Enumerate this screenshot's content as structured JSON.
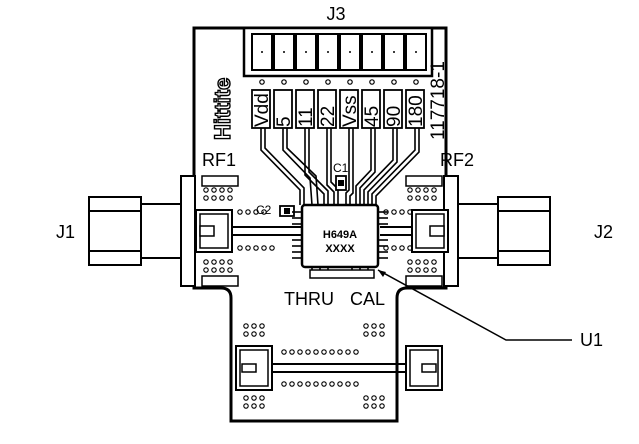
{
  "labels": {
    "j3": "J3",
    "j1": "J1",
    "j2": "J2",
    "rf1": "RF1",
    "rf2": "RF2",
    "u1": "U1",
    "c1": "C1",
    "c2": "C2",
    "thru": "THRU",
    "cal": "CAL",
    "brand": "Hittite",
    "board_number": "117718-1",
    "chip_part": "H649A",
    "chip_lot": "XXXX"
  },
  "pins": [
    "Vdd",
    "5",
    "11",
    "22",
    "Vss",
    "45",
    "90",
    "180"
  ]
}
